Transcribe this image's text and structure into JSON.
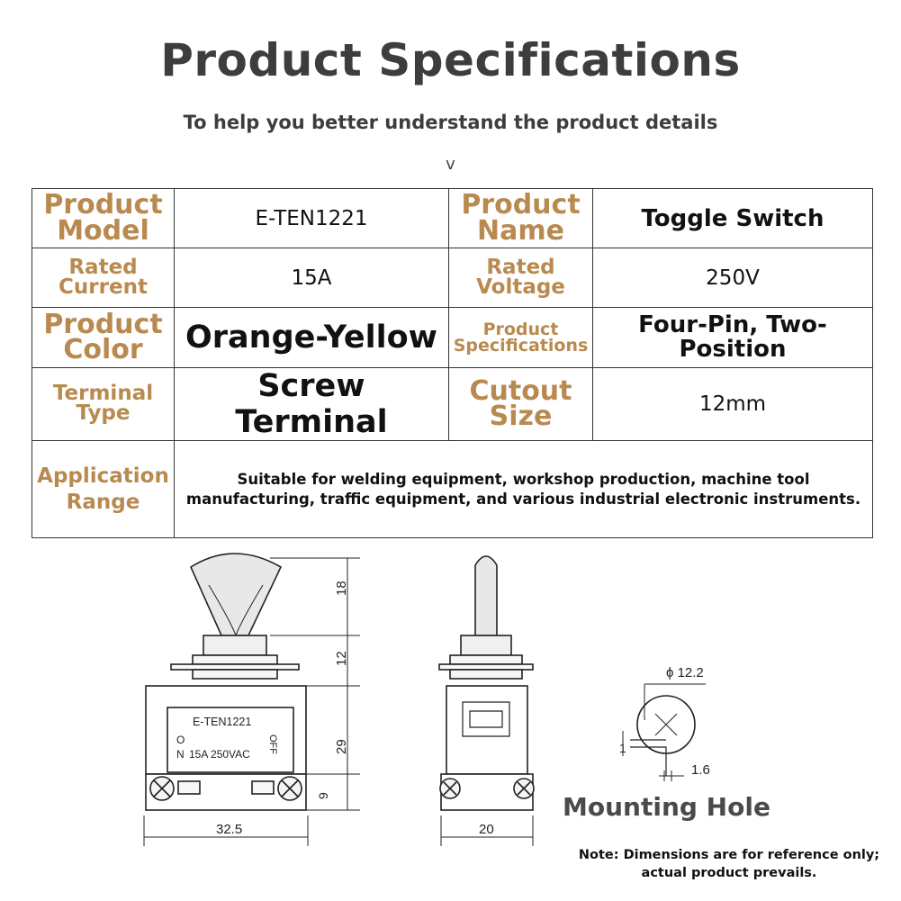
{
  "header": {
    "title": "Product Specifications",
    "subtitle": "To help you better understand the product details",
    "chevron": "v"
  },
  "specs": {
    "product_model_label": "Product Model",
    "product_model_value": "E-TEN1221",
    "product_name_label": "Product Name",
    "product_name_value": "Toggle Switch",
    "rated_current_label": "Rated Current",
    "rated_current_value": "15A",
    "rated_voltage_label": "Rated Voltage",
    "rated_voltage_value": "250V",
    "product_color_label": "Product Color",
    "product_color_value": "Orange-Yellow",
    "product_specs_label": "Product Specifications",
    "product_specs_value": "Four-Pin, Two-Position",
    "terminal_type_label": "Terminal Type",
    "terminal_type_value": "Screw Terminal",
    "cutout_size_label": "Cutout Size",
    "cutout_size_value": "12mm",
    "application_label": "Application Range",
    "application_value": "Suitable for welding equipment, workshop production, machine tool manufacturing, traffic equipment, and various industrial electronic instruments."
  },
  "diagram": {
    "front_dim_18": "18",
    "front_dim_12": "12",
    "front_dim_29": "29",
    "front_dim_9": "9",
    "front_width": "32.5",
    "side_width": "20",
    "label_model": "E-TEN1221",
    "label_on": "O",
    "label_n": "N",
    "label_rating": "15A  250VAC",
    "label_off": "OFF",
    "hole_diameter": "ϕ 12.2",
    "hole_key": "1",
    "hole_key_width": "1.6",
    "mounting_hole_label": "Mounting Hole"
  },
  "note": {
    "line1": "Note: Dimensions are for reference only;",
    "line2": "actual product prevails."
  }
}
